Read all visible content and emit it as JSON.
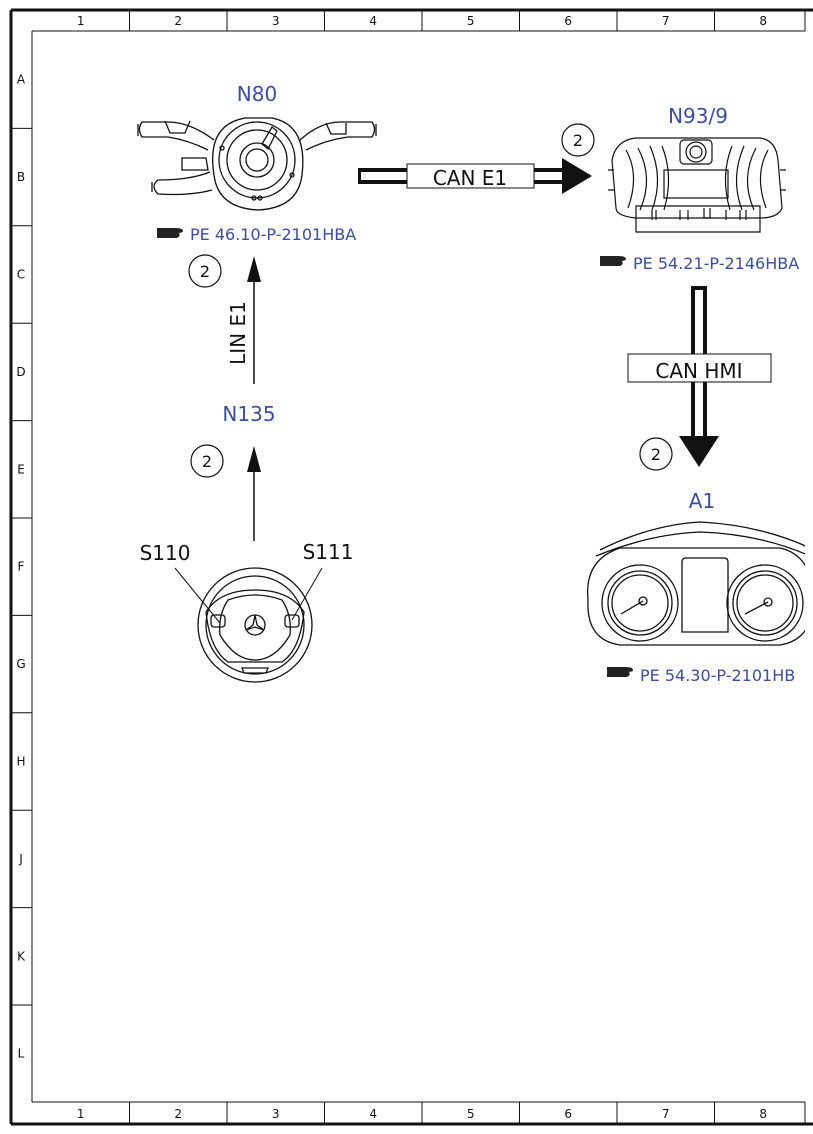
{
  "border": {
    "columns": [
      "1",
      "2",
      "3",
      "4",
      "5",
      "6",
      "7",
      "8"
    ],
    "rows": [
      "A",
      "B",
      "C",
      "D",
      "E",
      "F",
      "G",
      "H",
      "J",
      "K",
      "L"
    ]
  },
  "components": {
    "n80": {
      "label": "N80",
      "ref": "PE 46.10-P-2101HBA"
    },
    "n93_9": {
      "label": "N93/9",
      "ref": "PE 54.21-P-2146HBA"
    },
    "n135": {
      "label": "N135"
    },
    "a1": {
      "label": "A1",
      "ref": "PE 54.30-P-2101HB"
    },
    "s110": {
      "label": "S110"
    },
    "s111": {
      "label": "S111"
    }
  },
  "connections": {
    "can_e1": {
      "label": "CAN E1",
      "marker": "2"
    },
    "lin_e1": {
      "label": "LIN E1",
      "marker": "2"
    },
    "can_hmi": {
      "label": "CAN HMI",
      "marker": "2"
    },
    "switch_link": {
      "marker": "2"
    }
  },
  "colors": {
    "component_label": "#3b4ea0",
    "line": "#111111"
  },
  "icons": {
    "reference": "pointing-hand-icon"
  }
}
